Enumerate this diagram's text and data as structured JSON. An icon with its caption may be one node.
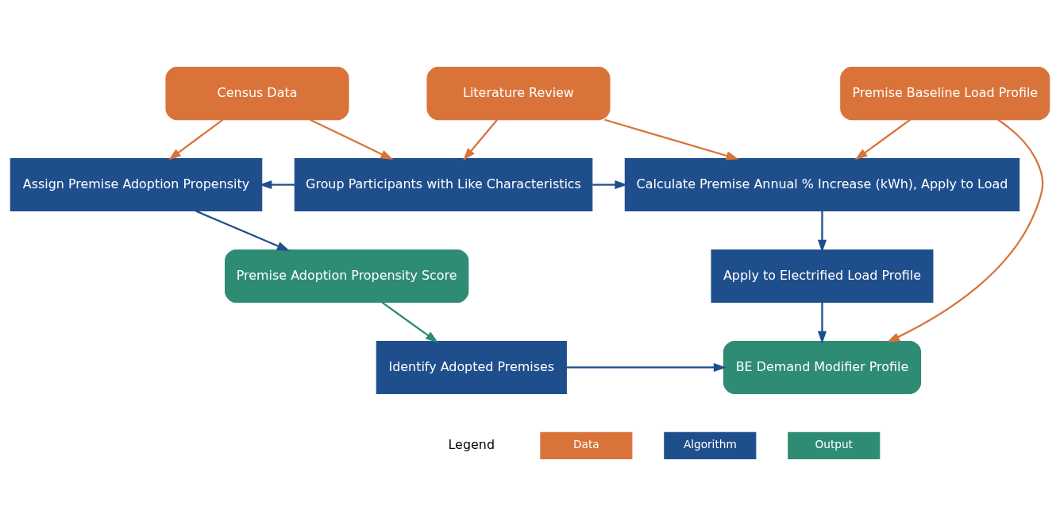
{
  "diagram": {
    "nodes": [
      {
        "text": [
          "Census Data"
        ]
      },
      {
        "text": [
          "Literature Review"
        ]
      },
      {
        "text": [
          "Premise Baseline Load Profile"
        ]
      },
      {
        "text": [
          "Assign Premise Adoption Propensity"
        ]
      },
      {
        "text": [
          "Group Participants with Like Characteristics"
        ]
      },
      {
        "text": [
          "Calculate Premise Annual % Increase (kWh), Apply to Load"
        ]
      },
      {
        "text": [
          "Premise Adoption Propensity Score"
        ]
      },
      {
        "text": [
          "Apply to Electrified Load Profile"
        ]
      },
      {
        "text": [
          "Identify Adopted Premises"
        ]
      },
      {
        "text": [
          "BE Demand Modifier Profile"
        ]
      }
    ],
    "edges": [
      {
        "from": 0,
        "to": 3,
        "arrow": "to",
        "color": "#d9733a"
      },
      {
        "from": 0,
        "to": 4,
        "arrow": "to",
        "color": "#d9733a"
      },
      {
        "from": 1,
        "to": 4,
        "arrow": "to",
        "color": "#d9733a"
      },
      {
        "from": 1,
        "to": 5,
        "arrow": "to",
        "color": "#d9733a"
      },
      {
        "from": 2,
        "to": 5,
        "arrow": "to",
        "color": "#d9733a"
      },
      {
        "from": 2,
        "to": 9,
        "arrow": "to",
        "color": "#d9733a"
      },
      {
        "from": 4,
        "to": 3,
        "arrow": "to",
        "color": "#1f4e8c"
      },
      {
        "from": 4,
        "to": 5,
        "arrow": "to",
        "color": "#1f4e8c"
      },
      {
        "from": 3,
        "to": 6,
        "arrow": "to",
        "color": "#1f4e8c"
      },
      {
        "from": 5,
        "to": 7,
        "arrow": "to",
        "color": "#1f4e8c"
      },
      {
        "from": 6,
        "to": 8,
        "arrow": "to",
        "color": "#2e8b74"
      },
      {
        "from": 7,
        "to": 9,
        "arrow": "to",
        "color": "#1f4e8c"
      },
      {
        "from": 8,
        "to": 9,
        "arrow": "to",
        "color": "#1f4e8c"
      }
    ],
    "labels": [
      "Legend"
    ],
    "legend": [
      {
        "text": "Data",
        "color": "#d9733a"
      },
      {
        "text": "Algorithm",
        "color": "#1f4e8c"
      },
      {
        "text": "Output",
        "color": "#2e8b74"
      }
    ]
  }
}
